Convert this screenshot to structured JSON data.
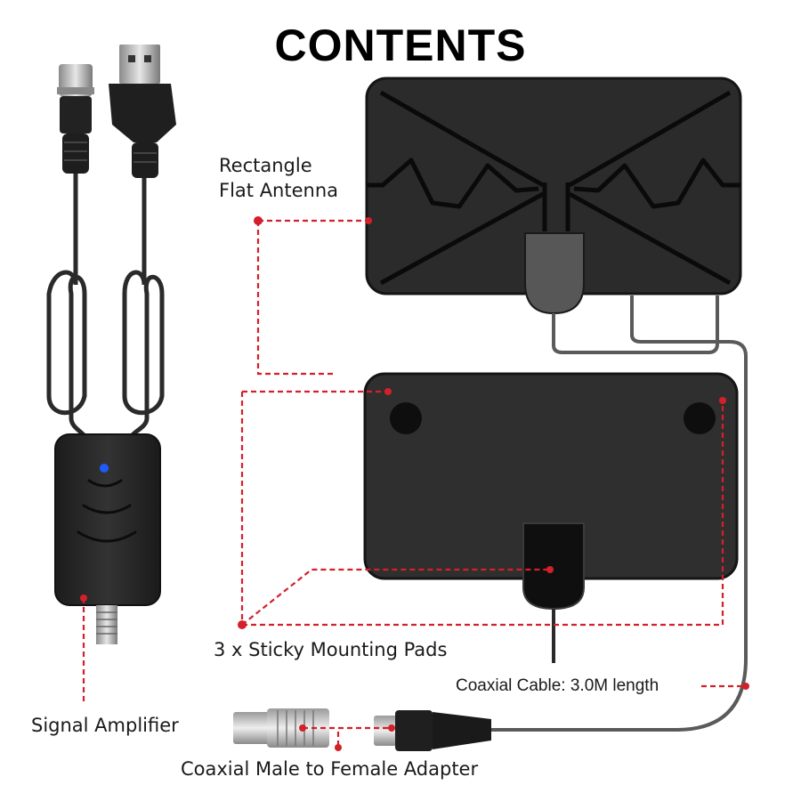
{
  "title": "CONTENTS",
  "labels": {
    "antenna_line1": "Rectangle",
    "antenna_line2": "Flat Antenna",
    "pads": "3 x Sticky Mounting Pads",
    "coax_cable": "Coaxial Cable: 3.0M length",
    "amplifier": "Signal Amplifier",
    "adapter": "Coaxial Male to Female Adapter"
  },
  "colors": {
    "leader_line": "#d4202a",
    "antenna_body": "#2b2b2b",
    "pad_body": "#2e2e2e",
    "cable": "#3a3a3a",
    "led": "#1e5bff"
  }
}
